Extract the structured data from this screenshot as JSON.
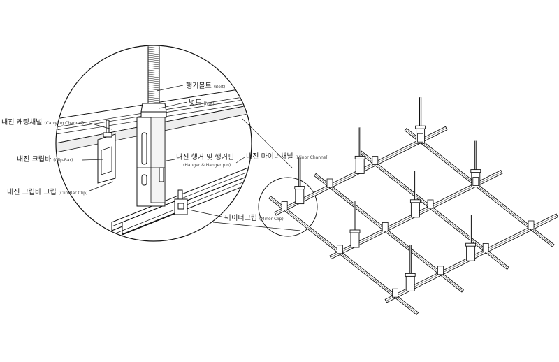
{
  "labels": {
    "bolt": {
      "ko": "행거볼트",
      "en": "(Bolt)"
    },
    "nut": {
      "ko": "넛트",
      "en": "(Nut)"
    },
    "carrying_channel": {
      "ko": "내진 캐링채널",
      "en": "(Carrying Channel)"
    },
    "clip_bar": {
      "ko": "내진 크립바",
      "en": "(Clip-Bar)"
    },
    "hanger": {
      "ko": "내진 행거 및 행거핀",
      "en": "(Hanger & Hanger pin)"
    },
    "minor_channel": {
      "ko": "내진 마이너채널",
      "en": "(Minor Channel)"
    },
    "clip_bar_clip": {
      "ko": "내진 크립바 크립",
      "en": "(Clip-Bar Clip)"
    },
    "minor_clip": {
      "ko": "마이너크립",
      "en": "(Minor Clip)"
    }
  }
}
